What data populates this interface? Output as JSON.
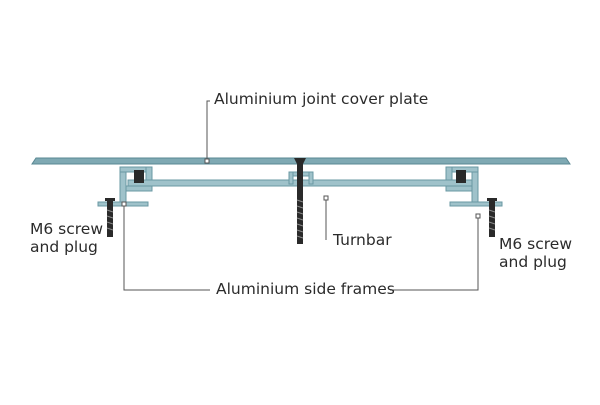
{
  "labels": {
    "cover_plate": "Aluminium joint cover plate",
    "turnbar": "Turnbar",
    "side_frames": "Aluminium side frames",
    "screw_left_line1": "M6 screw",
    "screw_left_line2": "and plug",
    "screw_right_line1": "M6 screw",
    "screw_right_line2": "and plug"
  },
  "colors": {
    "plate_fill": "#7fa9b3",
    "plate_stroke": "#5a8893",
    "frame_fill": "#9fc2ca",
    "frame_stroke": "#6a98a3",
    "fastener": "#2a2a2a",
    "leader": "#555555",
    "text": "#2b2b2b"
  }
}
